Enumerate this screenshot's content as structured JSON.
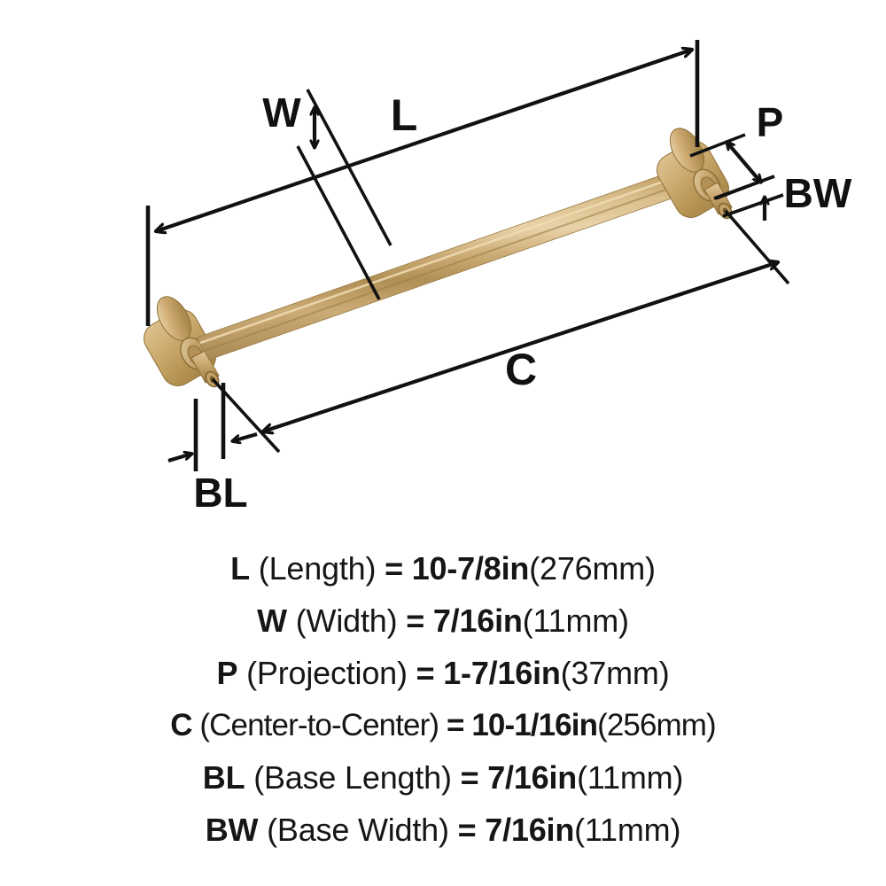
{
  "diagram": {
    "title": "Cabinet pull dimension diagram",
    "product_color_hex": "#C9A66B",
    "line_color_hex": "#111111",
    "background_hex": "#FFFFFF",
    "labels": [
      {
        "key": "W",
        "text": "W",
        "meaning": "Width"
      },
      {
        "key": "L",
        "text": "L",
        "meaning": "Length"
      },
      {
        "key": "P",
        "text": "P",
        "meaning": "Projection"
      },
      {
        "key": "BW",
        "text": "BW",
        "meaning": "Base Width"
      },
      {
        "key": "C",
        "text": "C",
        "meaning": "Center-to-Center"
      },
      {
        "key": "BL",
        "text": "BL",
        "meaning": "Base Length"
      }
    ]
  },
  "specs": [
    {
      "code": "L",
      "name": "(Length)",
      "eq": "=",
      "imperial": "10-7/8in",
      "metric": "(276mm)"
    },
    {
      "code": "W",
      "name": "(Width)",
      "eq": "=",
      "imperial": "7/16in",
      "metric": "(11mm)"
    },
    {
      "code": "P",
      "name": "(Projection)",
      "eq": "=",
      "imperial": "1-7/16in",
      "metric": "(37mm)"
    },
    {
      "code": "C",
      "name": "(Center-to-Center)",
      "eq": "=",
      "imperial": "10-1/16in",
      "metric": "(256mm)"
    },
    {
      "code": "BL",
      "name": "(Base Length)",
      "eq": "=",
      "imperial": "7/16in",
      "metric": "(11mm)"
    },
    {
      "code": "BW",
      "name": "(Base Width)",
      "eq": "=",
      "imperial": "7/16in",
      "metric": "(11mm)"
    }
  ]
}
